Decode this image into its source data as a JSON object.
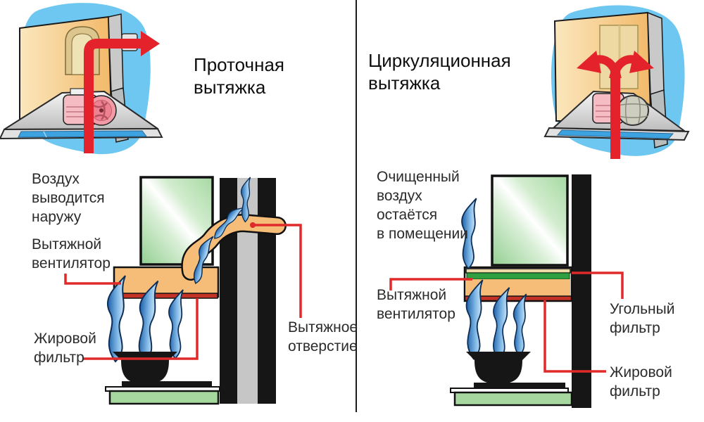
{
  "left": {
    "title": "Проточная\nвытяжка",
    "labels": {
      "air_out": "Воздух\nвыводится\nнаружу",
      "fan": "Вытяжной\nвентилятор",
      "grease_filter": "Жировой\nфильтр",
      "exhaust_opening": "Вытяжное\nотверстие"
    }
  },
  "right": {
    "title": "Циркуляционная\nвытяжка",
    "labels": {
      "clean_air": "Очищенный\nвоздух\nостаётся\nв помещении",
      "fan": "Вытяжной\nвентилятор",
      "carbon_filter": "Угольный\nфильтр",
      "grease_filter": "Жировой\nфильтр"
    }
  },
  "colors": {
    "annotation_red": "#e02a2a",
    "arrow_red": "#e3222b",
    "sky_blue": "#6ec7f0",
    "hood_orange": "#f6bd78",
    "filter_red": "#c43226",
    "carbon_green": "#2e9e40",
    "base_green": "#a6d79e",
    "ink_black": "#161616",
    "wall_gray": "#c6c6c6",
    "filter_blue": "#3da3e0",
    "fan_pink": "#f6bcc4"
  }
}
